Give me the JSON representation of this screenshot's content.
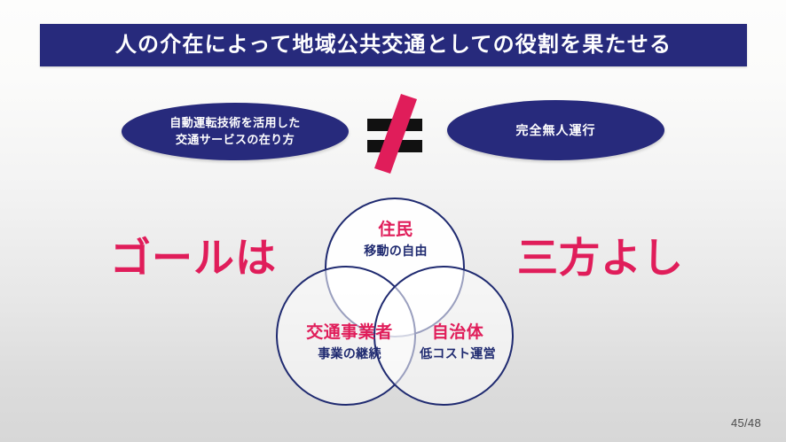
{
  "slide": {
    "page_number": "45/48",
    "colors": {
      "navy": "#272a7c",
      "venn_stroke": "#1f2a70",
      "pink": "#e01d5a",
      "black": "#111111",
      "white": "#ffffff"
    }
  },
  "title": {
    "text": "人の介在によって地域公共交通としての役割を果たせる"
  },
  "comparison": {
    "left_ellipse": {
      "line1": "自動運転技術を活用した",
      "line2": "交通サービスの在り方"
    },
    "operator": "≠",
    "operator_name": "not-equal",
    "right_ellipse": {
      "line1": "完全無人運行"
    }
  },
  "captions": {
    "left": "ゴールは",
    "right": "三方よし"
  },
  "venn": {
    "circles": [
      {
        "position": "top",
        "head": "住民",
        "sub": "移動の自由"
      },
      {
        "position": "left",
        "head": "交通事業者",
        "sub": "事業の継続"
      },
      {
        "position": "right",
        "head": "自治体",
        "sub": "低コスト運営"
      }
    ]
  }
}
